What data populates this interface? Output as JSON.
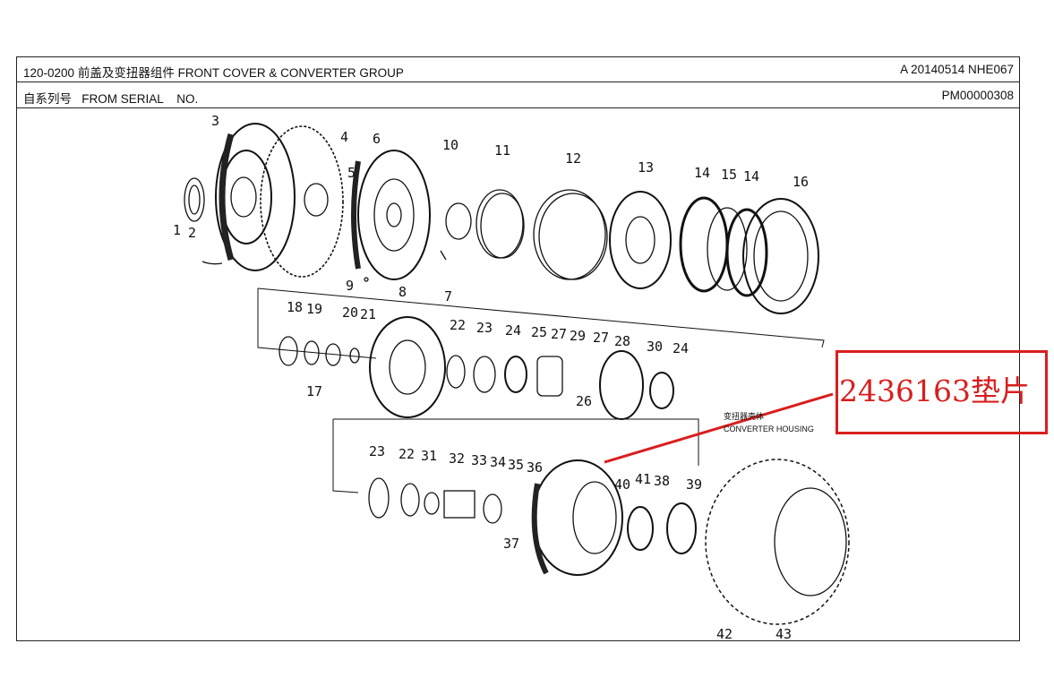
{
  "header": {
    "group_code": "120-0200",
    "group_title_cn": "前盖及变扭器组件",
    "group_title_en": "FRONT COVER & CONVERTER GROUP",
    "revision": "A 20140514 NHE067",
    "serial_label_cn": "自系列号",
    "serial_label_en": "FROM SERIAL",
    "serial_no_label": "NO.",
    "doc_code": "PM00000308"
  },
  "diagram": {
    "part_numbers": [
      "1",
      "2",
      "3",
      "4",
      "5",
      "6",
      "7",
      "8",
      "9",
      "10",
      "11",
      "12",
      "13",
      "14",
      "15",
      "14",
      "16",
      "17",
      "18",
      "19",
      "20",
      "21",
      "22",
      "23",
      "24",
      "25",
      "27",
      "29",
      "27",
      "28",
      "30",
      "24",
      "26",
      "23",
      "22",
      "31",
      "32",
      "33",
      "34",
      "35",
      "36",
      "37",
      "40",
      "41",
      "38",
      "39",
      "42",
      "43"
    ],
    "housing_label_cn": "变扭器壳体",
    "housing_label_en": "CONVERTER HOUSING"
  },
  "callout": {
    "text": "2436163垫片",
    "color": "#d91e1e"
  }
}
